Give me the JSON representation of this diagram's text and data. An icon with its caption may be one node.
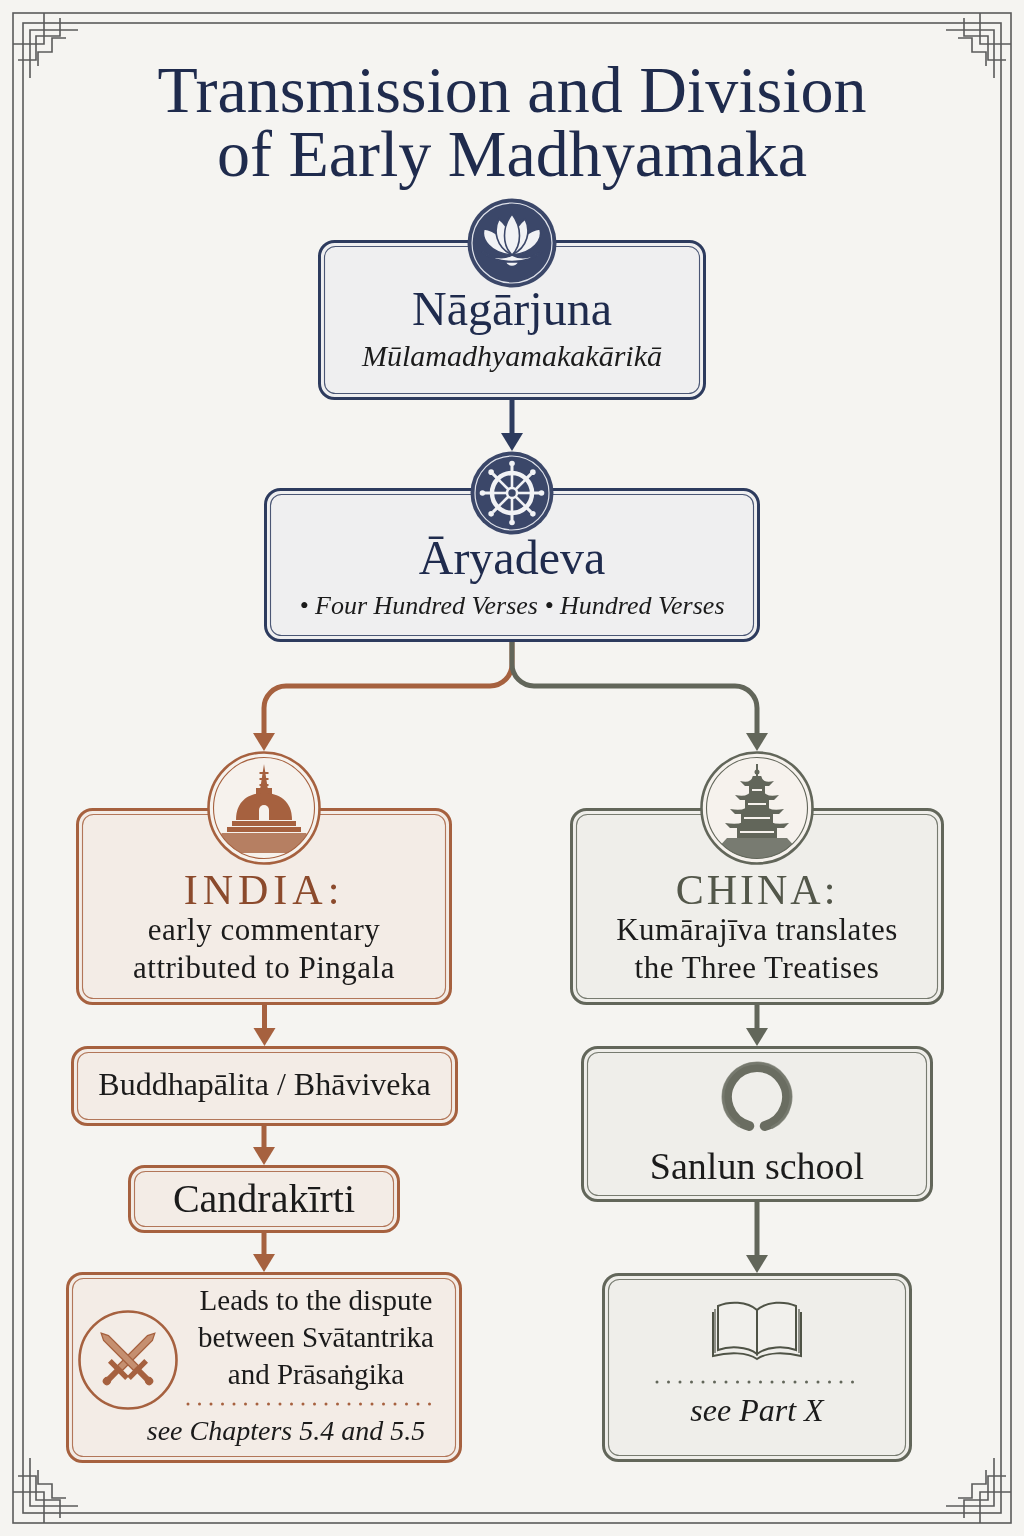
{
  "diagram": {
    "title": "Transmission and Division of Early Madhyamaka",
    "nodes": [
      {
        "text": [
          "Nāgārjuna",
          "Mūlamadhyamakakārikā"
        ]
      },
      {
        "text": [
          "Āryadeva",
          "• Four Hundred Verses • Hundred Verses"
        ]
      },
      {
        "text": [
          "INDIA:",
          "early commentary attributed to Pingala"
        ]
      },
      {
        "text": [
          "CHINA:",
          "Kumārajīva translates the Three Treatises"
        ]
      },
      {
        "text": [
          "Buddhapālita / Bhāviveka"
        ]
      },
      {
        "text": [
          "Candrakīrti"
        ]
      },
      {
        "text": [
          "Leads to the dispute between Svātantrika and Prāsaṅgika",
          "see Chapters 5.4 and 5.5"
        ]
      },
      {
        "text": [
          "Sanlun school"
        ]
      },
      {
        "text": [
          "see Part X"
        ]
      }
    ],
    "edges": [
      {
        "from": 0,
        "to": 1,
        "arrow": "to",
        "color": "#2d3b5e"
      },
      {
        "from": 1,
        "to": 2,
        "arrow": "to"
      },
      {
        "from": 1,
        "to": 3,
        "arrow": "to",
        "color": "#62665a"
      },
      {
        "from": 2,
        "to": 4,
        "arrow": "to"
      },
      {
        "from": 4,
        "to": 5,
        "arrow": "to"
      },
      {
        "from": 5,
        "to": 6,
        "arrow": "to"
      },
      {
        "from": 3,
        "to": 7,
        "arrow": "to",
        "color": "#62665a"
      },
      {
        "from": 7,
        "to": 8,
        "arrow": "to",
        "color": "#62665a"
      }
    ]
  }
}
